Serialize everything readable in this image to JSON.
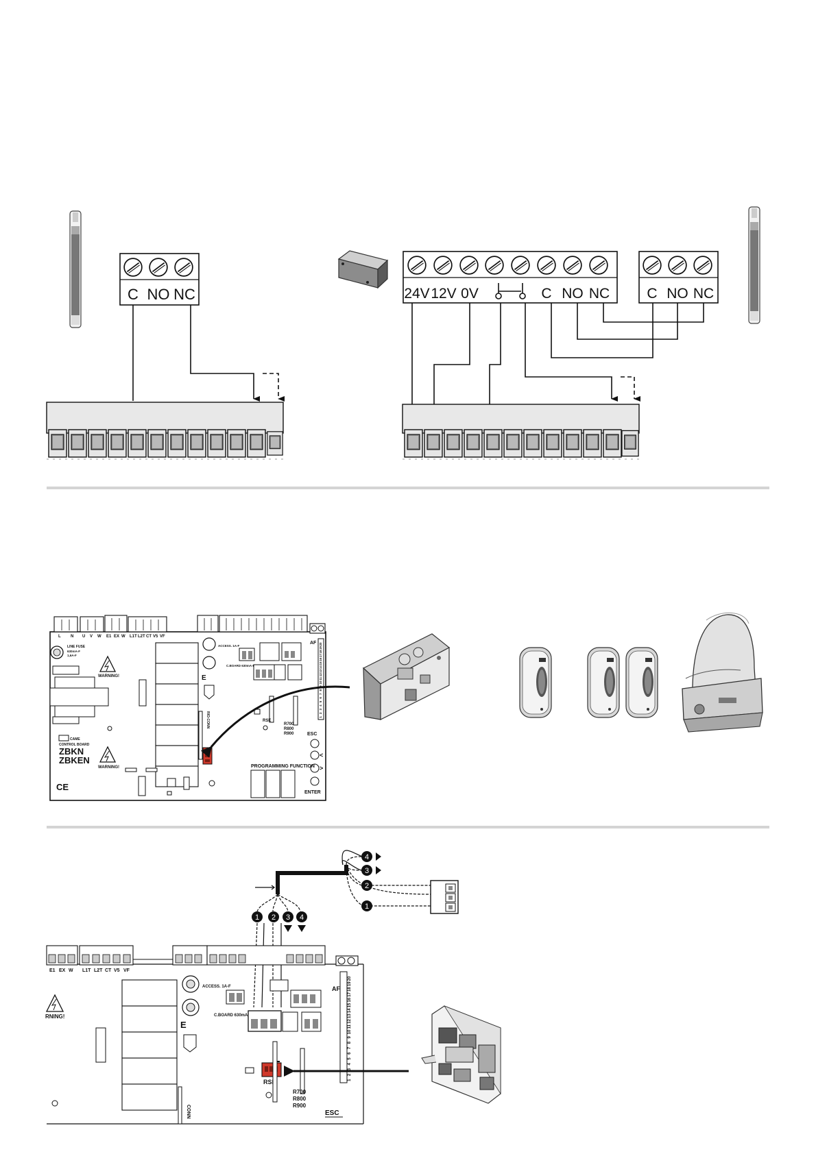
{
  "diagram1": {
    "left_terminal": {
      "labels": [
        "C",
        "NO",
        "NC"
      ]
    },
    "right_terminal_main": {
      "labels": [
        "24V",
        "12V",
        "0V",
        "",
        "",
        "C",
        "NO",
        "NC"
      ]
    },
    "right_terminal_aux": {
      "labels": [
        "C",
        "NO",
        "NC"
      ]
    }
  },
  "diagram2": {
    "board": {
      "top_labels": [
        "L",
        "N",
        "U",
        "V",
        "W",
        "E1",
        "EX",
        "W",
        "L1T",
        "L2T",
        "CT",
        "V5",
        "VF"
      ],
      "line_fuse": "LINE FUSE",
      "fuse_ratings": [
        "630mA-F",
        "1,6A-F"
      ],
      "warning": "WARNING!",
      "camera_word": "CAME",
      "control_board": "CONTROL BOARD",
      "model_1": "ZBKN",
      "model_2": "ZBKEN",
      "ce": "CE",
      "access": "ACCESS. 1A-F",
      "cboard": "C.BOARD 630mA-F",
      "af": "AF",
      "rse": "RSE",
      "rgsm": "R700",
      "r800": "R800",
      "r900": "R900",
      "rio_conn": "RIO-CONN",
      "esc": "ESC",
      "enter": "ENTER",
      "programming": "PROGRAMMING FUNCTION",
      "e_label": "E",
      "af_numbers": [
        "1",
        "2",
        "3",
        "4",
        "5",
        "6",
        "7",
        "8",
        "9",
        "10",
        "11",
        "12",
        "13",
        "14",
        "15",
        "16",
        "17",
        "18",
        "19",
        "20"
      ]
    }
  },
  "diagram3": {
    "wire_numbers": [
      "1",
      "2",
      "3",
      "4"
    ],
    "board": {
      "top_labels": [
        "E1",
        "EX",
        "W",
        "L1T",
        "L2T",
        "CT",
        "V5",
        "VF"
      ],
      "warning": "RNING!",
      "access": "ACCESS. 1A-F",
      "cboard": "C.BOARD 630mA-F",
      "af": "AF",
      "rse": "RSE",
      "r700": "R700",
      "r800": "R800",
      "r900": "R900",
      "conn": "CONN",
      "esc": "ESC",
      "e_label": "E",
      "af_numbers": [
        "20",
        "19",
        "18",
        "17",
        "16",
        "15",
        "14",
        "13",
        "12",
        "11",
        "10",
        "9",
        "8",
        "7",
        "6",
        "5",
        "4",
        "3",
        "2",
        "1"
      ]
    }
  }
}
